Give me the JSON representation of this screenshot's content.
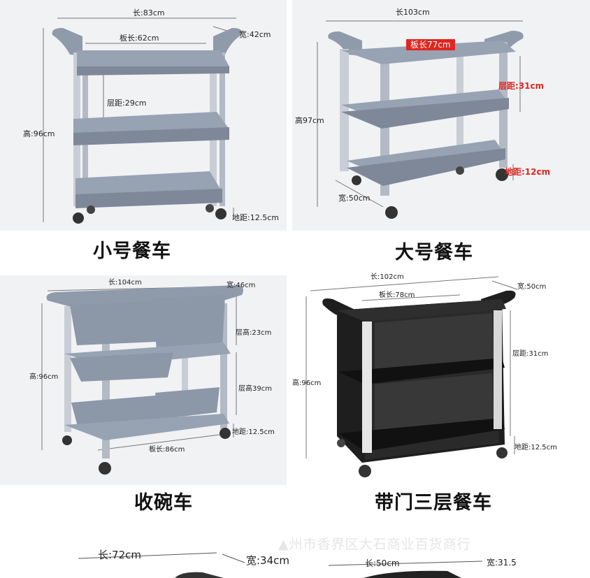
{
  "products": [
    {
      "caption": "小号餐车",
      "labels": {
        "length": "长:83cm",
        "board": "板长:62cm",
        "width": "宽:42cm",
        "layer": "层距:29cm",
        "height": "高:96cm",
        "ground": "地距:12.5cm"
      }
    },
    {
      "caption": "大号餐车",
      "labels": {
        "length": "长103cm",
        "board": "板长77cm",
        "layer": "层距:31cm",
        "height": "高97cm",
        "ground": "地距:12cm",
        "width": "宽:50cm"
      }
    },
    {
      "caption": "收碗车",
      "labels": {
        "length": "长:104cm",
        "width": "宽:46cm",
        "layer1": "层高:23cm",
        "height": "高:96cm",
        "layer2": "层高39cm",
        "ground": "地距:12.5cm",
        "board": "板长:86cm"
      }
    },
    {
      "caption": "带门三层餐车",
      "labels": {
        "length": "长:102cm",
        "width": "宽:50cm",
        "board": "板长:78cm",
        "layer": "层距:31cm",
        "height": "高:96cm",
        "ground": "地距:12.5cm"
      }
    }
  ],
  "bottom_row": {
    "left_length": "长:72cm",
    "left_width": "宽:34cm",
    "right_length": "长:50cm",
    "right_width": "宽:31.5"
  },
  "watermark": "▲州市香界区大石商业百货商行",
  "colors": {
    "grey_cart": "#8f9aab",
    "black_cart": "#1e1e1e",
    "accent_red": "#e0261f",
    "panel_bg": "#f1f2f4"
  }
}
